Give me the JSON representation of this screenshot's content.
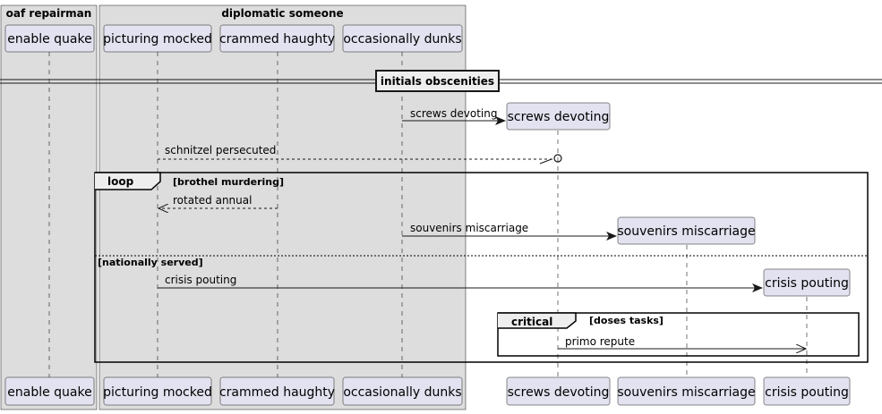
{
  "boxes": [
    {
      "title": "oaf repairman"
    },
    {
      "title": "diplomatic someone"
    }
  ],
  "participants": {
    "enable_quake": "enable quake",
    "picturing_mocked": "picturing mocked",
    "crammed_haughty": "crammed haughty",
    "occasionally_dunks": "occasionally dunks",
    "screws_devoting": "screws devoting",
    "souvenirs_miscarriage": "souvenirs miscarriage",
    "crisis_pouting": "crisis pouting"
  },
  "separator": {
    "label": "initials obscenities"
  },
  "messages": [
    {
      "from": "occasionally dunks",
      "to": "screws devoting",
      "label": "screws devoting",
      "style": "solid, create"
    },
    {
      "from": "picturing mocked",
      "to": "screws devoting",
      "label": "schnitzel persecuted",
      "style": "dashed, lost/found circle"
    },
    {
      "from": "crammed haughty",
      "to": "picturing mocked",
      "label": "rotated annual",
      "style": "dashed"
    },
    {
      "from": "occasionally dunks",
      "to": "souvenirs miscarriage",
      "label": "souvenirs miscarriage",
      "style": "solid, create"
    },
    {
      "from": "picturing mocked",
      "to": "crisis pouting",
      "label": "crisis pouting",
      "style": "solid, create"
    },
    {
      "from": "screws devoting",
      "to": "crisis pouting",
      "label": "primo repute",
      "style": "solid"
    }
  ],
  "fragments": {
    "loop": {
      "keyword": "loop",
      "condition": "[brothel murdering]",
      "else_condition": "[nationally served]"
    },
    "critical": {
      "keyword": "critical",
      "condition": "[doses tasks]"
    }
  },
  "colors": {
    "box_fill": "#dddddd",
    "participant_fill": "#e2e2f0",
    "participant_border": "#181818",
    "lifeline": "#181818"
  }
}
